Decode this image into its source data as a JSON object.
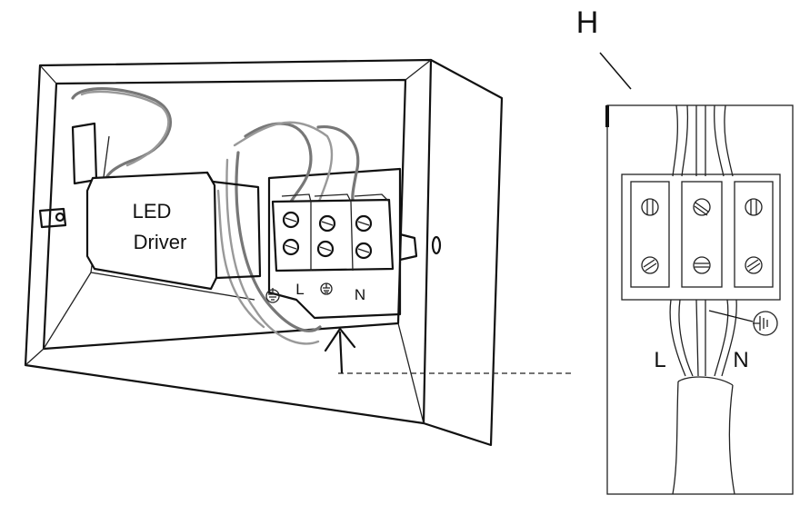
{
  "driver_label_line1": "LED",
  "driver_label_line2": "Driver",
  "terminal_labels": {
    "live": "L",
    "neutral": "N"
  },
  "detail": {
    "callout": "H",
    "live": "L",
    "neutral": "N"
  },
  "icons": [
    "earth-symbol-icon",
    "arrow-up-icon",
    "screw-icon"
  ]
}
